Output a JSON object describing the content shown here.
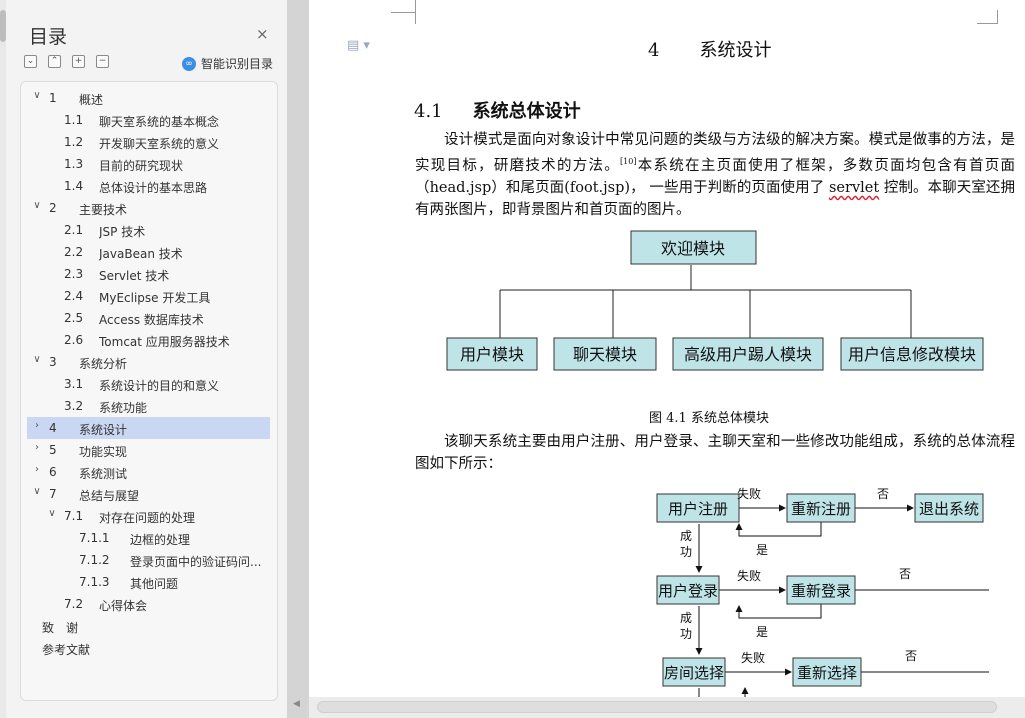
{
  "sidebar": {
    "title": "目录",
    "close_icon": "×",
    "tools": [
      "⌄",
      "⌃",
      "+",
      "−"
    ],
    "smart_toc_label": "智能识别目录",
    "items": [
      {
        "chev": "∨",
        "num": "1",
        "text": "概述",
        "level": 0
      },
      {
        "chev": "",
        "num": "1.1",
        "text": "聊天室系统的基本概念",
        "level": 1
      },
      {
        "chev": "",
        "num": "1.2",
        "text": "开发聊天室系统的意义",
        "level": 1
      },
      {
        "chev": "",
        "num": "1.3",
        "text": "目前的研究现状",
        "level": 1
      },
      {
        "chev": "",
        "num": "1.4",
        "text": "总体设计的基本思路",
        "level": 1
      },
      {
        "chev": "∨",
        "num": "2",
        "text": "主要技术",
        "level": 0
      },
      {
        "chev": "",
        "num": "2.1",
        "text": "JSP 技术",
        "level": 1
      },
      {
        "chev": "",
        "num": "2.2",
        "text": "JavaBean 技术",
        "level": 1
      },
      {
        "chev": "",
        "num": "2.3",
        "text": "Servlet 技术",
        "level": 1
      },
      {
        "chev": "",
        "num": "2.4",
        "text": "MyEclipse 开发工具",
        "level": 1
      },
      {
        "chev": "",
        "num": "2.5",
        "text": "Access 数据库技术",
        "level": 1
      },
      {
        "chev": "",
        "num": "2.6",
        "text": "Tomcat 应用服务器技术",
        "level": 1
      },
      {
        "chev": "∨",
        "num": "3",
        "text": "系统分析",
        "level": 0
      },
      {
        "chev": "",
        "num": "3.1",
        "text": "系统设计的目的和意义",
        "level": 1
      },
      {
        "chev": "",
        "num": "3.2",
        "text": "系统功能",
        "level": 1
      },
      {
        "chev": "›",
        "num": "4",
        "text": "系统设计",
        "level": 0,
        "active": true
      },
      {
        "chev": "›",
        "num": "5",
        "text": "功能实现",
        "level": 0
      },
      {
        "chev": "›",
        "num": "6",
        "text": "系统测试",
        "level": 0
      },
      {
        "chev": "∨",
        "num": "7",
        "text": "总结与展望",
        "level": 0
      },
      {
        "chev": "∨",
        "num": "7.1",
        "text": "对存在问题的处理",
        "level": 1
      },
      {
        "chev": "",
        "num": "7.1.1",
        "text": "边框的处理",
        "level": 2
      },
      {
        "chev": "",
        "num": "7.1.2",
        "text": "登录页面中的验证码问...",
        "level": 2
      },
      {
        "chev": "",
        "num": "7.1.3",
        "text": "其他问题",
        "level": 2
      },
      {
        "chev": "",
        "num": "7.2",
        "text": "心得体会",
        "level": 1
      },
      {
        "chev": "",
        "num": "致　谢",
        "text": "",
        "level": 3
      },
      {
        "chev": "",
        "num": "参考文献",
        "text": "",
        "level": 3
      }
    ]
  },
  "document": {
    "page_icon": "▤ ▾",
    "chapter_num": "4",
    "chapter_title": "系统设计",
    "section_num": "4.1",
    "section_title": "系统总体设计",
    "para1_a": "设计模式是面向对象设计中常见问题的类级与方法级的解决方案。模式是做事的方法，是实现目标，研磨技术的方法。",
    "para1_ref": "[10]",
    "para1_b": "本系统在主页面使用了框架，多数页面均包含有首页面（head.jsp）和尾页面(foot.jsp)， 一些用于判断的页面使用了 ",
    "para1_servlet": "servlet",
    "para1_c": " 控制。本聊天室还拥有两张图片，即背景图片和首页面的图片。",
    "fig1": {
      "root": "欢迎模块",
      "children": [
        "用户模块",
        "聊天模块",
        "高级用户踢人模块",
        "用户信息修改模块"
      ]
    },
    "fig1_caption": "图 4.1  系统总体模块",
    "para2": "该聊天系统主要由用户注册、用户登录、主聊天室和一些修改功能组成，系统的总体流程图如下所示：",
    "flow": {
      "nodes": [
        "用户注册",
        "重新注册",
        "退出系统",
        "用户登录",
        "重新登录",
        "房间选择",
        "重新选择"
      ],
      "fail": "失败",
      "success_a": "成",
      "success_b": "功",
      "yes": "是",
      "no": "否"
    }
  }
}
